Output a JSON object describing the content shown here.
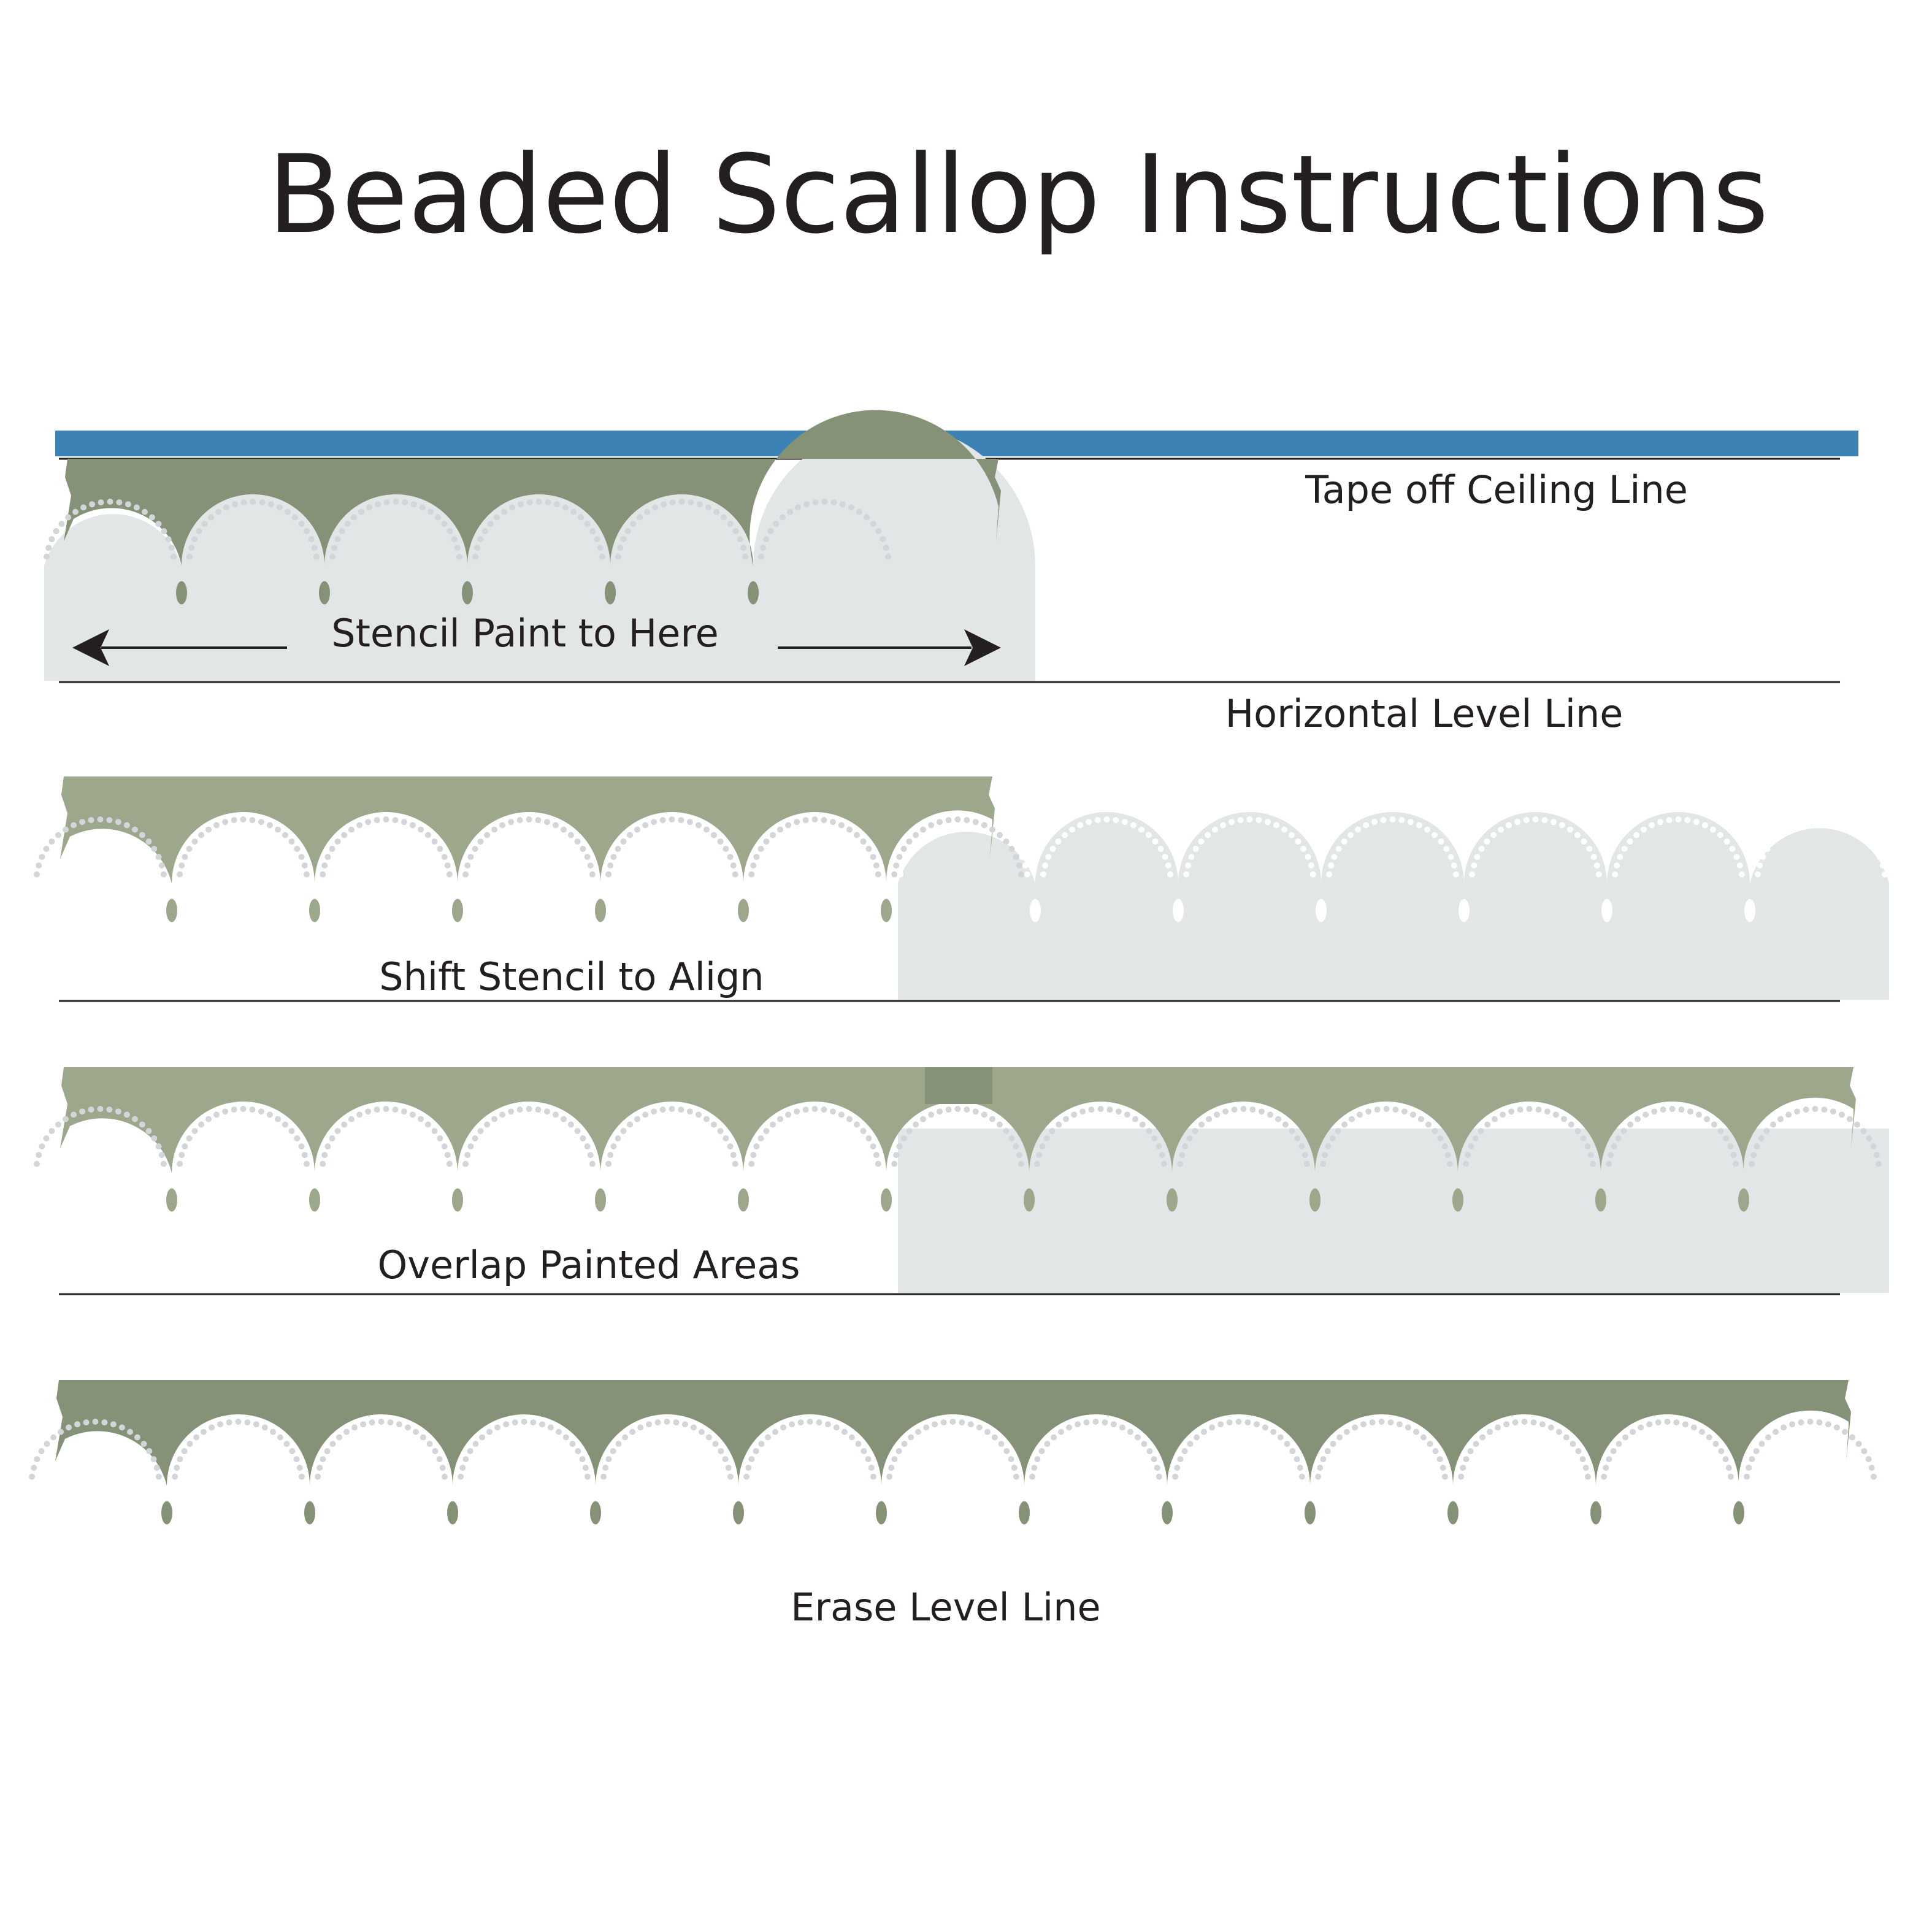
{
  "title": "Beaded Scallop Instructions",
  "labels": {
    "tape_ceiling": "Tape off Ceiling Line",
    "stencil_paint": "Stencil Paint to Here",
    "horizontal_level": "Horizontal Level Line",
    "shift_stencil": "Shift Stencil to Align",
    "overlap": "Overlap Painted Areas",
    "erase_level": "Erase Level Line"
  },
  "colors": {
    "tape_blue": "#3c82b4",
    "paint_dark": "#869277",
    "paint_light": "#9ca78c",
    "stencil_gray": "#e3e6e7",
    "bead_light": "#d2d6d8",
    "line_black": "#231f20",
    "text": "#231f20"
  },
  "icons": {
    "left_arrow": "arrow-left-icon",
    "right_arrow": "arrow-right-icon"
  }
}
